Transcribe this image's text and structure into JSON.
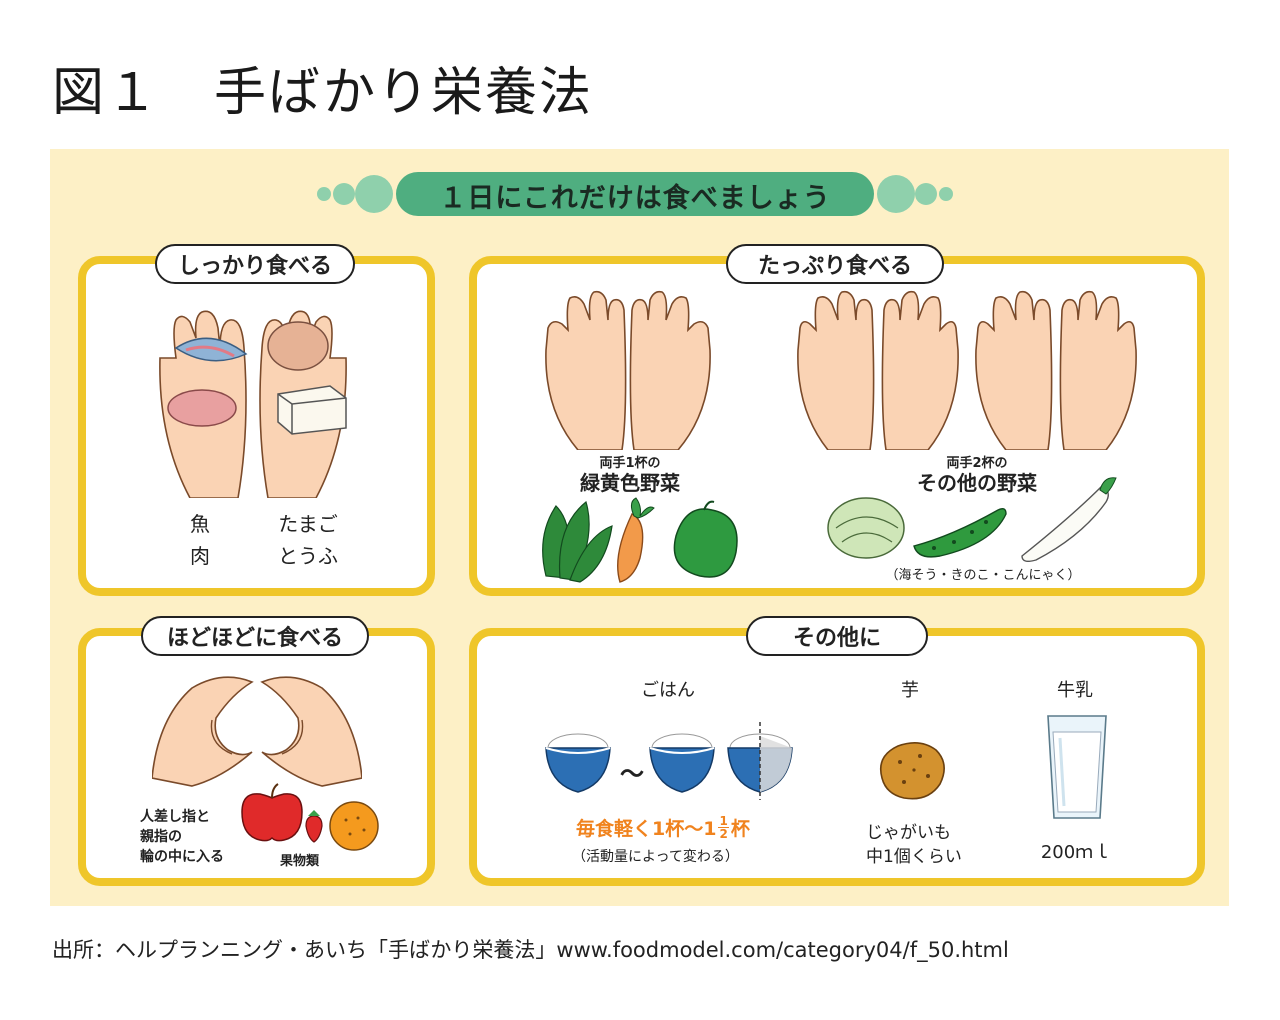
{
  "figure_title": "図１　手ばかり栄養法",
  "banner": "１日にこれだけは食べましょう",
  "sections": {
    "shikkari": {
      "label": "しっかり食べる",
      "left_items": [
        "魚",
        "肉"
      ],
      "right_items": [
        "たまご",
        "とうふ"
      ]
    },
    "tappuri": {
      "label": "たっぷり食べる",
      "green_yellow": {
        "amount": "両手1杯の",
        "name": "緑黄色野菜"
      },
      "other": {
        "amount": "両手2杯の",
        "name": "その他の野菜",
        "note": "（海そう・きのこ・こんにゃく）"
      }
    },
    "hodohodo": {
      "label": "ほどほどに食べる",
      "hand_note": [
        "人差し指と",
        "親指の",
        "輪の中に入る"
      ],
      "fruit_label": "果物類"
    },
    "sonota": {
      "label": "その他に",
      "rice": {
        "label": "ごはん",
        "tilde": "〜",
        "amount_prefix": "毎食軽く1杯〜1",
        "frac_num": "1",
        "frac_den": "2",
        "amount_suffix": "杯",
        "note": "（活動量によって変わる）"
      },
      "potato": {
        "label": "芋",
        "note": [
          "じゃがいも",
          "中1個くらい"
        ]
      },
      "milk": {
        "label": "牛乳",
        "amount": "200ｍｌ"
      }
    }
  },
  "source": "出所：ヘルプランニング・あいち「手ばかり栄養法」www.foodmodel.com/category04/f_50.html",
  "colors": {
    "background": "#fdf0c6",
    "frame": "#efc62a",
    "banner": "#4fae80",
    "banner_dots": "#8fd0ac",
    "skin": "#fad3b4",
    "bowl": "#2c6fb4",
    "orange_text": "#f0831e"
  }
}
